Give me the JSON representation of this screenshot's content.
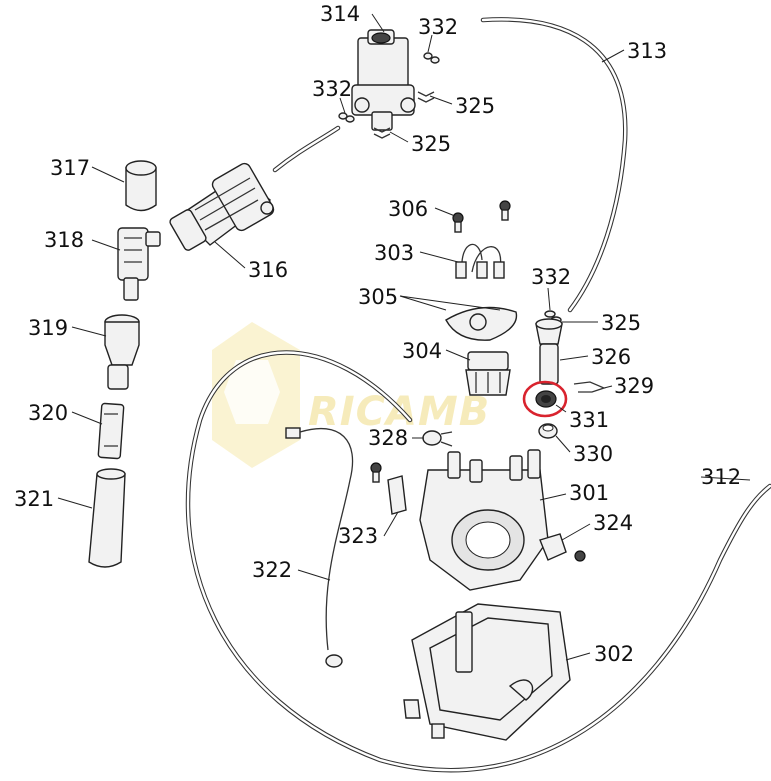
{
  "watermark": {
    "text": "RICAMB",
    "color": "#f0dc84"
  },
  "highlight_color": "#d9232e",
  "parts": [
    {
      "id": "p314",
      "number": "314"
    },
    {
      "id": "p332a",
      "number": "332"
    },
    {
      "id": "p313",
      "number": "313"
    },
    {
      "id": "p332b",
      "number": "332"
    },
    {
      "id": "p325a",
      "number": "325"
    },
    {
      "id": "p325b",
      "number": "325"
    },
    {
      "id": "p317",
      "number": "317"
    },
    {
      "id": "p306",
      "number": "306"
    },
    {
      "id": "p318",
      "number": "318"
    },
    {
      "id": "p316",
      "number": "316"
    },
    {
      "id": "p303",
      "number": "303"
    },
    {
      "id": "p332c",
      "number": "332"
    },
    {
      "id": "p305",
      "number": "305"
    },
    {
      "id": "p325c",
      "number": "325"
    },
    {
      "id": "p319",
      "number": "319"
    },
    {
      "id": "p304",
      "number": "304"
    },
    {
      "id": "p326",
      "number": "326"
    },
    {
      "id": "p329",
      "number": "329"
    },
    {
      "id": "p320",
      "number": "320"
    },
    {
      "id": "p331",
      "number": "331"
    },
    {
      "id": "p328",
      "number": "328"
    },
    {
      "id": "p330",
      "number": "330"
    },
    {
      "id": "p312",
      "number": "312"
    },
    {
      "id": "p301",
      "number": "301"
    },
    {
      "id": "p321",
      "number": "321"
    },
    {
      "id": "p324",
      "number": "324"
    },
    {
      "id": "p323",
      "number": "323"
    },
    {
      "id": "p322",
      "number": "322"
    },
    {
      "id": "p302",
      "number": "302"
    }
  ]
}
